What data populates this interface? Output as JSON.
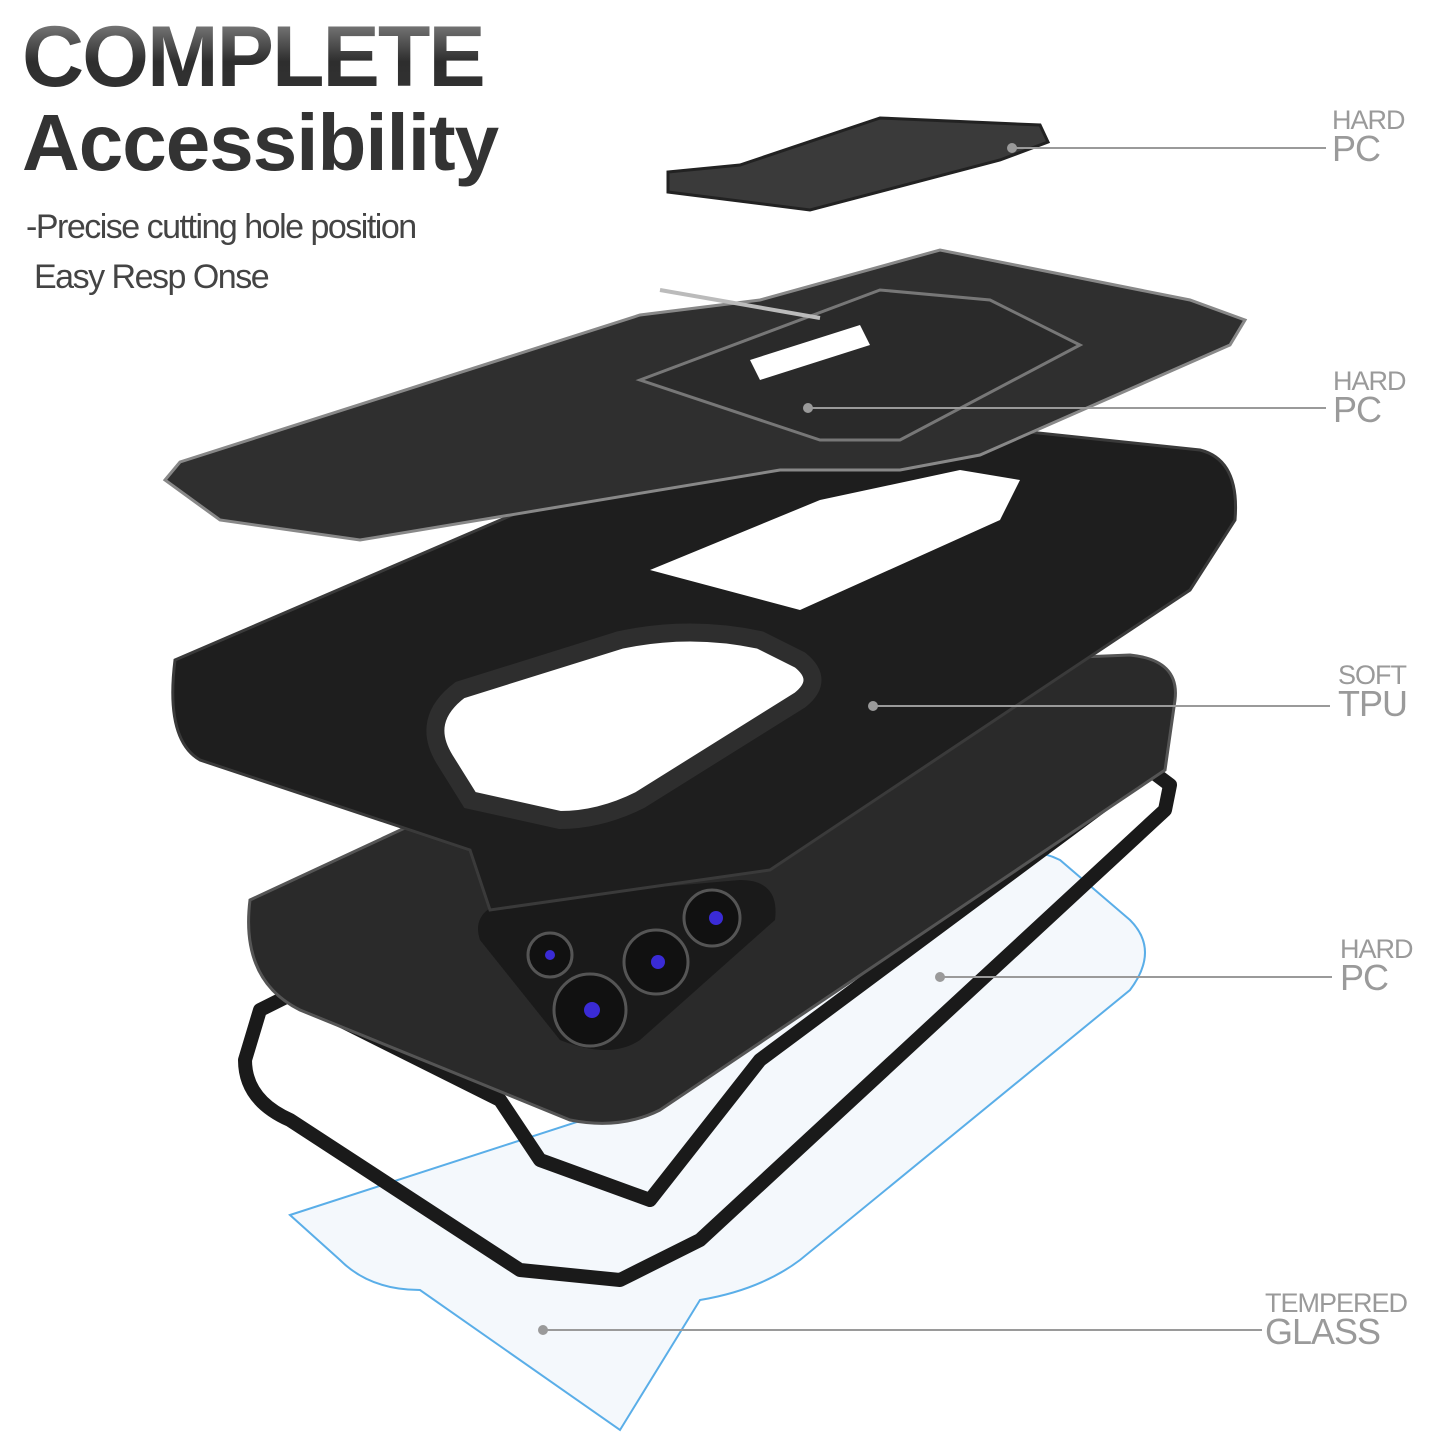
{
  "headline": {
    "line1": "COMPLETE",
    "line2": "Accessibility"
  },
  "subtext": {
    "line1": "-Precise cutting hole position",
    "line2": "Easy Resp Onse"
  },
  "layers": [
    {
      "material_type": "HARD",
      "material": "PC"
    },
    {
      "material_type": "HARD",
      "material": "PC"
    },
    {
      "material_type": "SOFT",
      "material": "TPU"
    },
    {
      "material_type": "HARD",
      "material": "PC"
    },
    {
      "material_type": "TEMPERED",
      "material": "GLASS"
    }
  ],
  "colors": {
    "case": "#1e1e1e",
    "accent_gray": "#8c8c8c",
    "glass_edge": "#5aaee8",
    "lens": "#3a2bd6"
  }
}
